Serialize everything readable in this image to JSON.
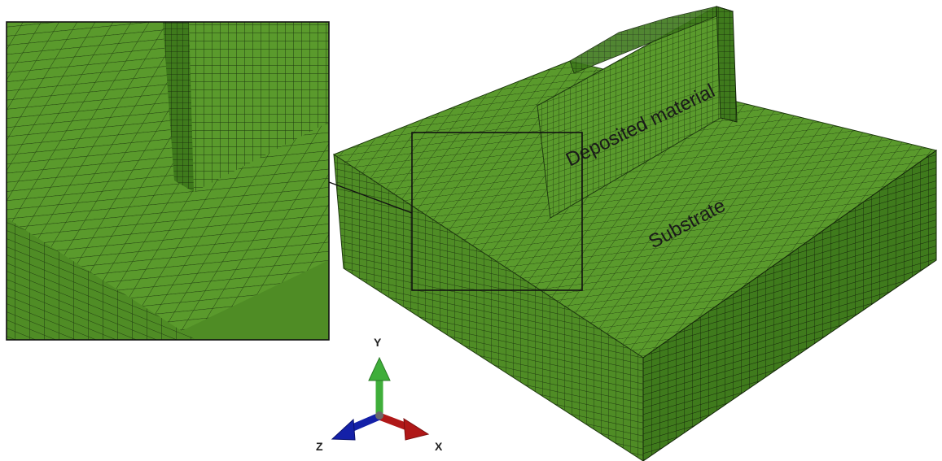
{
  "labels": {
    "deposited": "Deposited material",
    "substrate": "Substrate"
  },
  "axes": {
    "y": "Y",
    "x": "X",
    "z": "Z"
  },
  "colors": {
    "mesh_fill": "#5a9a2c",
    "mesh_fill_dark": "#3f7a1c",
    "mesh_fill_side": "#4f8c25",
    "mesh_line": "#1f3a10",
    "axis_y": "#3fae3a",
    "axis_x": "#b01818",
    "axis_z": "#1420a8"
  },
  "icons": {
    "mesh_pattern": "grid-mesh",
    "triad": "coordinate-triad-icon"
  }
}
